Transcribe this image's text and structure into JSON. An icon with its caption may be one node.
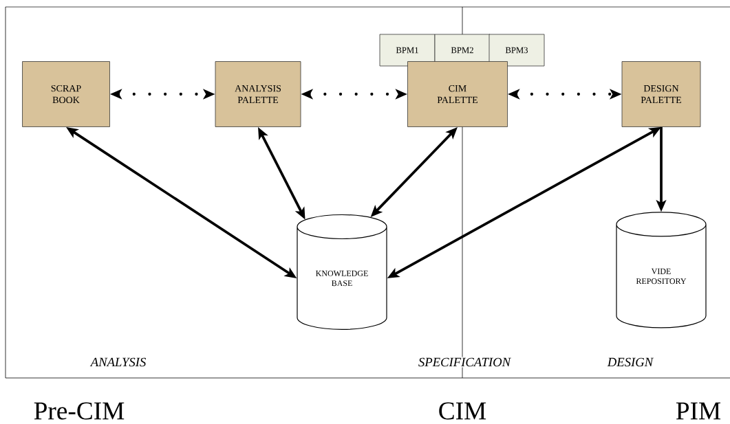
{
  "diagram": {
    "nodes": [
      {
        "text": [
          "BPM1"
        ]
      },
      {
        "text": [
          "BPM2"
        ]
      },
      {
        "text": [
          "BPM3"
        ]
      },
      {
        "text": [
          "SCRAP BOOK"
        ]
      },
      {
        "text": [
          "ANALYSIS PALETTE"
        ]
      },
      {
        "text": [
          "CIM PALETTE"
        ]
      },
      {
        "text": [
          "DESIGN PALETTE"
        ]
      },
      {
        "text": [
          "KNOWLEDGE BASE"
        ]
      },
      {
        "text": [
          "VIDE REPOSITORY"
        ]
      }
    ],
    "edges": [
      {
        "from": 3,
        "to": 4,
        "arrow": "both",
        "style": "dashed"
      },
      {
        "from": 4,
        "to": 5,
        "arrow": "both",
        "style": "dashed"
      },
      {
        "from": 5,
        "to": 6,
        "arrow": "both",
        "style": "dashed"
      },
      {
        "from": 3,
        "to": 7,
        "arrow": "both"
      },
      {
        "from": 4,
        "to": 7,
        "arrow": "both"
      },
      {
        "from": 5,
        "to": 7,
        "arrow": "both"
      },
      {
        "from": 6,
        "to": 7,
        "arrow": "both"
      },
      {
        "from": 6,
        "to": 8,
        "arrow": "to"
      }
    ],
    "labels": [
      "ANALYSIS",
      "SPECIFICATION",
      "DESIGN",
      "Pre-CIM",
      "CIM",
      "PIM"
    ]
  }
}
